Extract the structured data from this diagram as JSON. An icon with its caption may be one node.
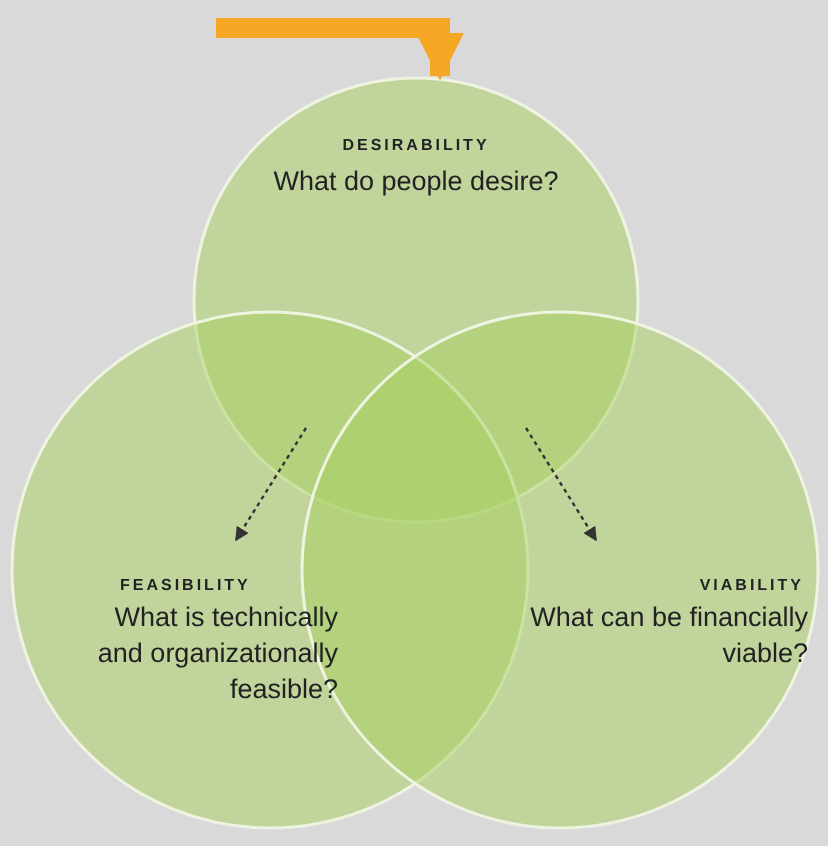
{
  "diagram": {
    "nodes": [
      {
        "text": [
          "DESIRABILITY",
          "What do people desire?"
        ]
      },
      {
        "text": [
          "FEASIBILITY",
          "What is technically and organizationally feasible?"
        ]
      },
      {
        "text": [
          "VIABILITY",
          "What can be financially viable?"
        ]
      }
    ],
    "edges": [
      {
        "from": null,
        "to": 0,
        "arrow": "to",
        "style": "thick",
        "color": "#f5a623"
      },
      {
        "from": 0,
        "to": 1,
        "arrow": "to",
        "style": "dashed"
      },
      {
        "from": 0,
        "to": 2,
        "arrow": "to",
        "style": "dashed"
      }
    ]
  }
}
